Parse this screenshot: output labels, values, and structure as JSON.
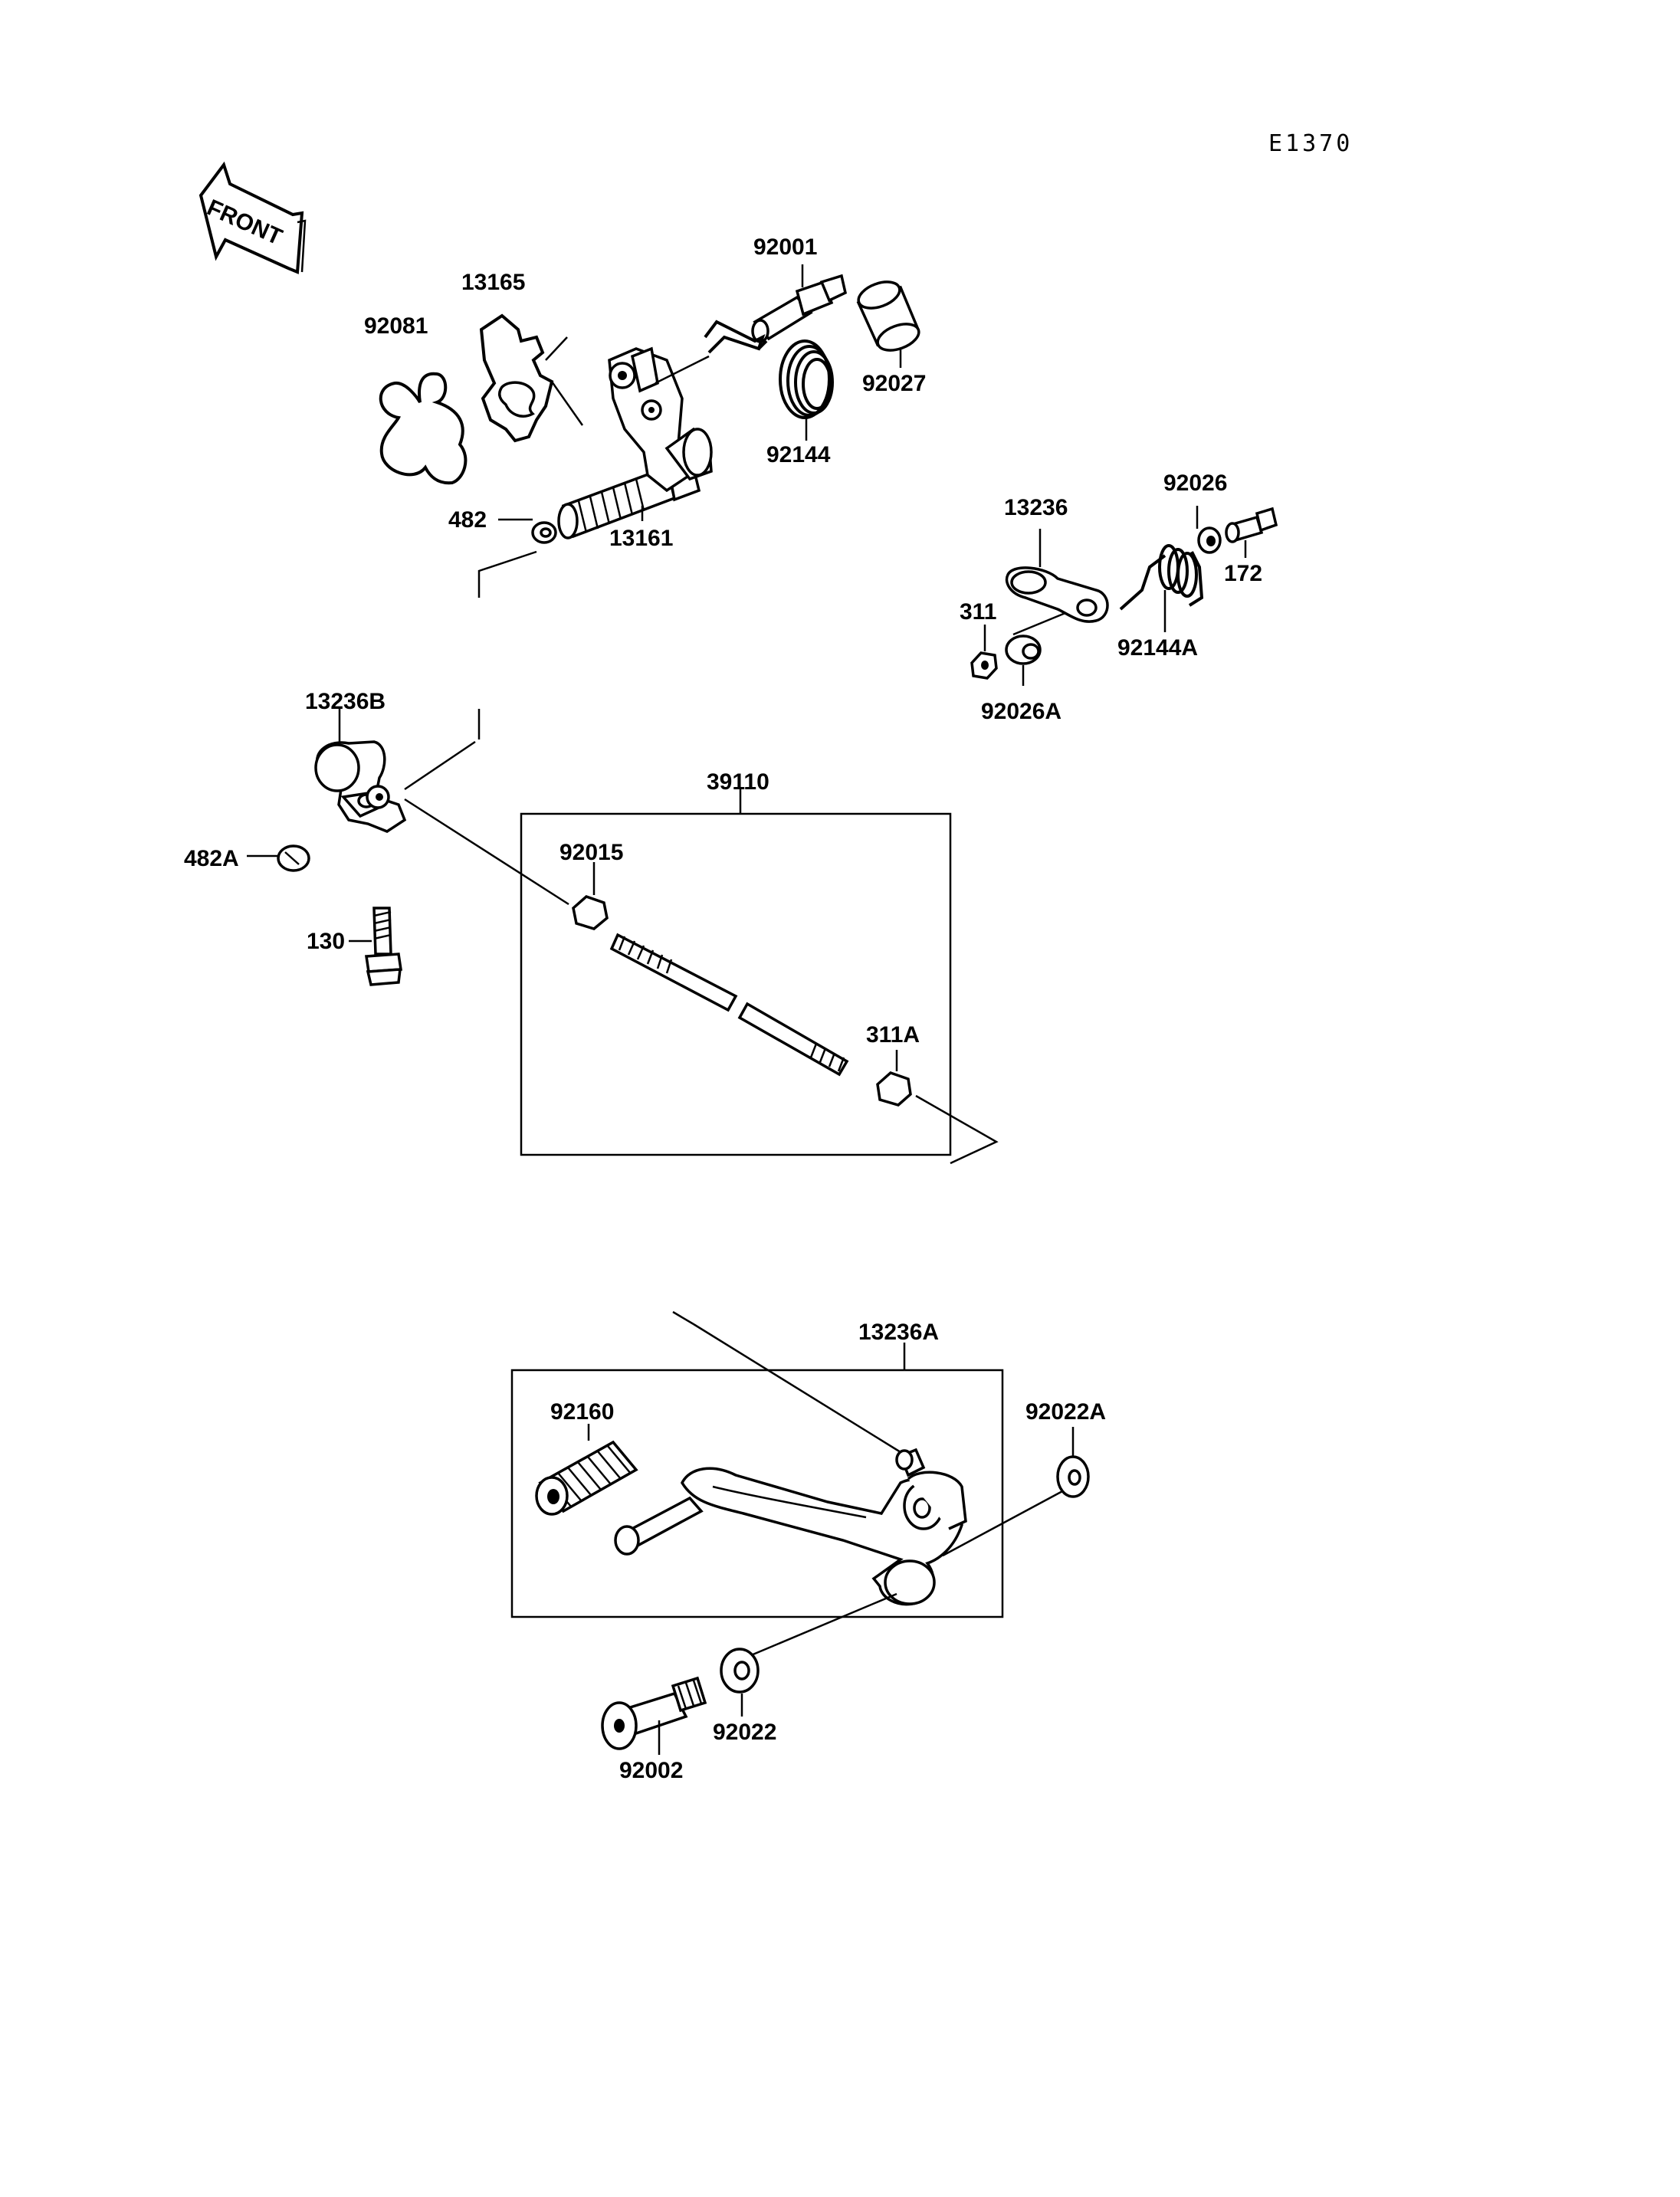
{
  "diagram_code": "E1370",
  "front_marker": "FRONT",
  "part_labels": [
    "92001",
    "13165",
    "92081",
    "92027",
    "92144",
    "482",
    "13161",
    "92026",
    "13236",
    "172",
    "311",
    "92144A",
    "92026A",
    "13236B",
    "39110",
    "92015",
    "482A",
    "130",
    "311A",
    "13236A",
    "92022A",
    "92160",
    "92022",
    "92002"
  ]
}
